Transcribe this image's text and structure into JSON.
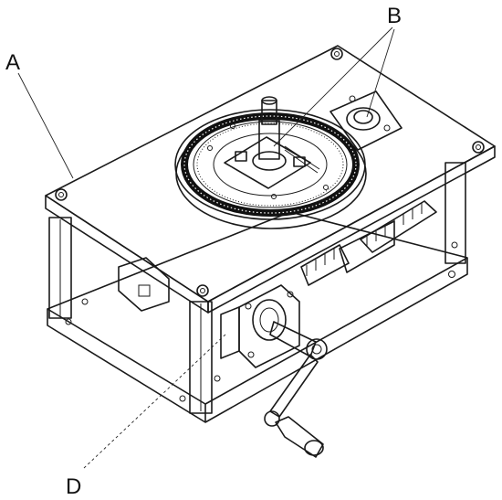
{
  "labels": {
    "a": "A",
    "b": "B",
    "d": "D"
  }
}
